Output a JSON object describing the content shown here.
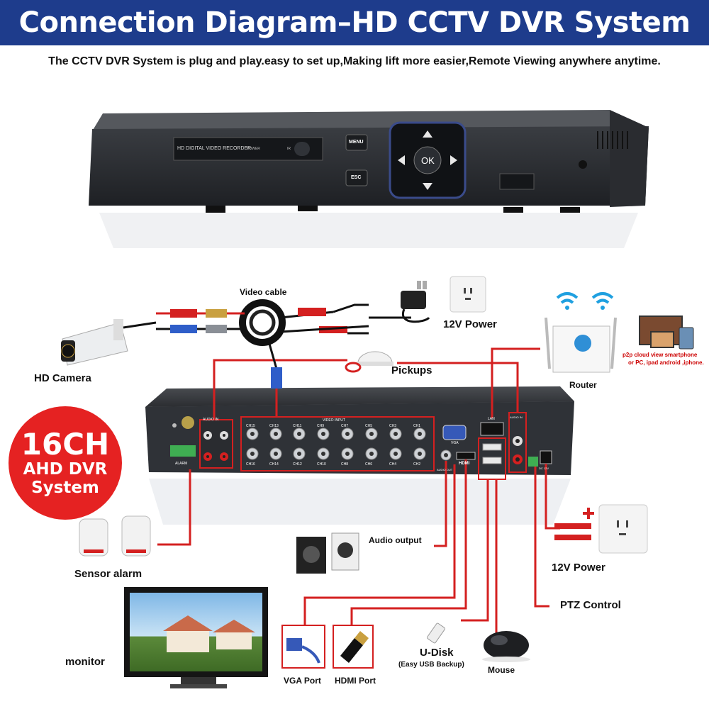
{
  "header": {
    "title": "Connection Diagram–HD CCTV DVR System",
    "subtitle": "The CCTV DVR System is plug and play.easy to set up,Making lift more easier,Remote Viewing anywhere anytime."
  },
  "dvr_front": {
    "model_label": "HD DIGITAL VIDEO RECORDER",
    "power_label": "POWER",
    "ir_label": "IR",
    "menu_label": "MENU",
    "esc_label": "ESC",
    "ok_label": "OK"
  },
  "badge": {
    "line1": "16CH",
    "line2": "AHD DVR",
    "line3": "System"
  },
  "labels": {
    "video_cable": "Video cable",
    "power_top": "12V Power",
    "hd_camera": "HD Camera",
    "pickups": "Pickups",
    "router": "Router",
    "p2p": "p2p cloud  view smartphone",
    "p2p_sub": "or PC, ipad android ,iphone.",
    "audio_output": "Audio output",
    "sensor_alarm": "Sensor alarm",
    "power_right": "12V Power",
    "ptz_control": "PTZ Control",
    "monitor": "monitor",
    "udisk": "U-Disk",
    "udisk_sub": "(Easy USB Backup)",
    "mouse": "Mouse",
    "vga_port": "VGA Port",
    "hdmi_port": "HDMI Port"
  },
  "dvr_back": {
    "audio_in": "AUDIO IN",
    "video_input": "VIDEO INPUT",
    "ch_top": [
      "CH15",
      "CH13",
      "CH11",
      "CH9",
      "CH7",
      "CH5",
      "CH3",
      "CH1"
    ],
    "ch_bottom": [
      "CH16",
      "CH14",
      "CH12",
      "CH10",
      "CH8",
      "CH6",
      "CH4",
      "CH2"
    ],
    "alarm": "ALARM",
    "vga": "VGA",
    "hdmi": "HDMI",
    "audio_out": "AUDIO OUT",
    "lan": "LAN",
    "dc12v": "DC 12V",
    "audio_in_right": "AUDIO IN"
  },
  "colors": {
    "banner": "#1e3c8c",
    "badge": "#e52222",
    "wire": "#d42020",
    "dvr_body": "#2f3237"
  }
}
